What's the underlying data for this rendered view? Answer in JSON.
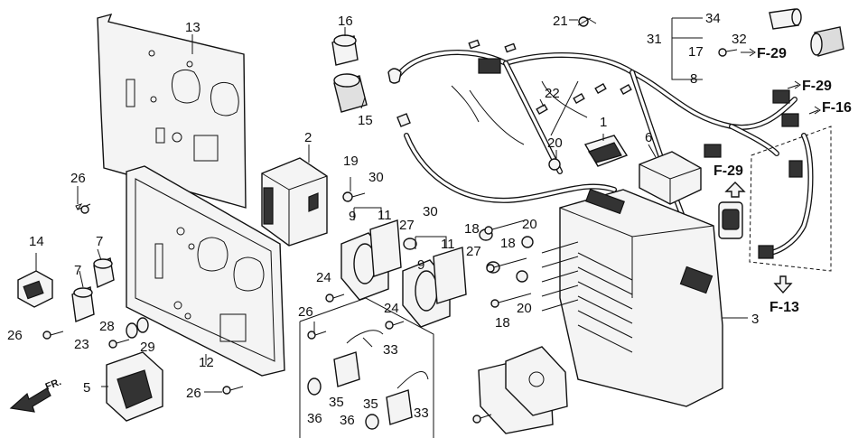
{
  "diagram": {
    "callouts": [
      {
        "id": "c13",
        "text": "13"
      },
      {
        "id": "c16",
        "text": "16"
      },
      {
        "id": "c15",
        "text": "15"
      },
      {
        "id": "c21",
        "text": "21"
      },
      {
        "id": "c34",
        "text": "34"
      },
      {
        "id": "c31",
        "text": "31"
      },
      {
        "id": "c32",
        "text": "32"
      },
      {
        "id": "c17",
        "text": "17"
      },
      {
        "id": "c8",
        "text": "8"
      },
      {
        "id": "c22",
        "text": "22"
      },
      {
        "id": "c2",
        "text": "2"
      },
      {
        "id": "c19",
        "text": "19"
      },
      {
        "id": "c30a",
        "text": "30"
      },
      {
        "id": "c9a",
        "text": "9"
      },
      {
        "id": "c11a",
        "text": "11"
      },
      {
        "id": "c1",
        "text": "1"
      },
      {
        "id": "c6",
        "text": "6"
      },
      {
        "id": "c20a",
        "text": "20"
      },
      {
        "id": "c26a",
        "text": "26"
      },
      {
        "id": "c7a",
        "text": "7"
      },
      {
        "id": "c7b",
        "text": "7"
      },
      {
        "id": "c14",
        "text": "14"
      },
      {
        "id": "c27a",
        "text": "27"
      },
      {
        "id": "c30b",
        "text": "30"
      },
      {
        "id": "c18a",
        "text": "18"
      },
      {
        "id": "c20b",
        "text": "20"
      },
      {
        "id": "c9b",
        "text": "9"
      },
      {
        "id": "c11b",
        "text": "11"
      },
      {
        "id": "c27b",
        "text": "27"
      },
      {
        "id": "c18b",
        "text": "18"
      },
      {
        "id": "c24a",
        "text": "24"
      },
      {
        "id": "c20c",
        "text": "20"
      },
      {
        "id": "c26b",
        "text": "26"
      },
      {
        "id": "c28",
        "text": "28"
      },
      {
        "id": "c23",
        "text": "23"
      },
      {
        "id": "c29",
        "text": "29"
      },
      {
        "id": "c26c",
        "text": "26"
      },
      {
        "id": "c24b",
        "text": "24"
      },
      {
        "id": "c18c",
        "text": "18"
      },
      {
        "id": "c3",
        "text": "3"
      },
      {
        "id": "c12",
        "text": "12"
      },
      {
        "id": "c33a",
        "text": "33"
      },
      {
        "id": "c5",
        "text": "5"
      },
      {
        "id": "c26d",
        "text": "26"
      },
      {
        "id": "c35a",
        "text": "35"
      },
      {
        "id": "c35b",
        "text": "35"
      },
      {
        "id": "c33b",
        "text": "33"
      },
      {
        "id": "c36a",
        "text": "36"
      },
      {
        "id": "c36b",
        "text": "36"
      }
    ],
    "references": [
      {
        "id": "r1",
        "text": "F-29"
      },
      {
        "id": "r2",
        "text": "F-29"
      },
      {
        "id": "r3",
        "text": "F-16"
      },
      {
        "id": "r4",
        "text": "F-29"
      },
      {
        "id": "r5",
        "text": "F-13"
      }
    ],
    "front_label": "FR."
  }
}
